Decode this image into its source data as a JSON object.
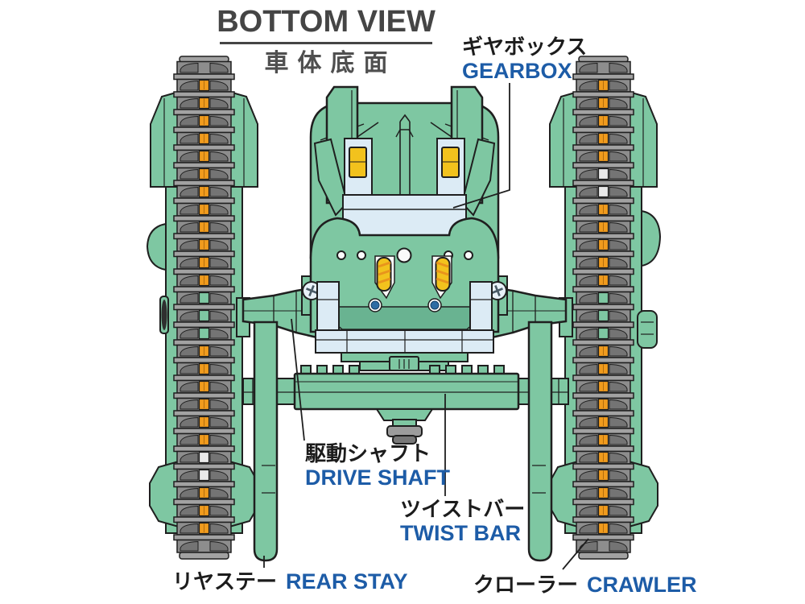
{
  "title": {
    "heading": "BOTTOM VIEW",
    "subheading": "車体底面"
  },
  "callouts": {
    "gearbox": {
      "ja": "ギヤボックス",
      "en": "GEARBOX"
    },
    "drive_shaft": {
      "ja": "駆動シャフト",
      "en": "DRIVE SHAFT"
    },
    "twist_bar": {
      "ja": "ツイストバー",
      "en": "TWIST BAR"
    },
    "rear_stay": {
      "ja": "リヤステー",
      "en": "REAR STAY"
    },
    "crawler": {
      "ja": "クローラー",
      "en": "CRAWLER"
    }
  },
  "illustration": {
    "colors": {
      "body_green": "#7ec7a2",
      "dark_green_panel": "#69b391",
      "light_blue": "#dcebf5",
      "gear_yellow": "#f2c21d",
      "stripe_orange": "#e8941c",
      "sprocket_orange": "#f09b1d",
      "slot_white": "#e9e9e9",
      "track_body_gray": "#8d8d8d",
      "track_bar_gray": "#a2a2a2",
      "track_wedge_gray": "#747474",
      "outline": "#1f1f1f",
      "blue_dot": "#2d6ca4",
      "nut_gray": "#9c9c9c",
      "label_blue": "#1d5ca7",
      "title_gray": "#454545"
    },
    "track": {
      "segment_count": 28,
      "left_slot_pattern": [
        null,
        "orange",
        "orange",
        "orange",
        "orange",
        "orange",
        "orange",
        "orange",
        "orange",
        "orange",
        "orange",
        "orange",
        "orange",
        "green",
        "green",
        "green",
        "orange",
        "orange",
        "orange",
        "orange",
        "orange",
        "orange",
        "white",
        "white",
        "orange",
        "orange",
        "orange",
        null
      ],
      "right_slot_pattern": [
        null,
        "orange",
        "orange",
        "orange",
        "orange",
        "orange",
        "white",
        "white",
        "orange",
        "orange",
        "orange",
        "orange",
        "orange",
        "green",
        "green",
        "green",
        "orange",
        "orange",
        "orange",
        "orange",
        "orange",
        "orange",
        "orange",
        "orange",
        "orange",
        "orange",
        "orange",
        null
      ]
    }
  }
}
